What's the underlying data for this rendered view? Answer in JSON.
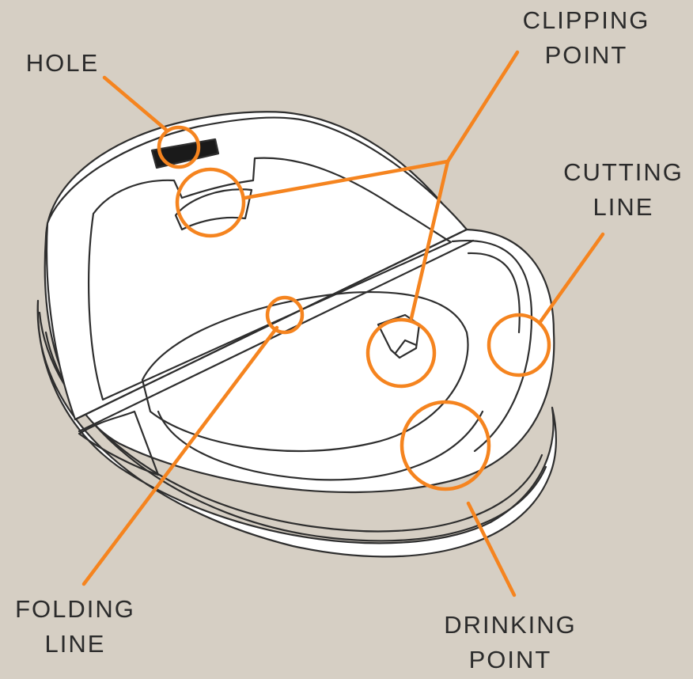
{
  "labels": {
    "hole": {
      "line1": "HOLE"
    },
    "clipping_point": {
      "line1": "CLIPPING",
      "line2": "POINT"
    },
    "cutting_line": {
      "line1": "CUTTING",
      "line2": "LINE"
    },
    "folding_line": {
      "line1": "FOLDING",
      "line2": "LINE"
    },
    "drinking_point": {
      "line1": "DRINKING",
      "line2": "POINT"
    }
  },
  "colors": {
    "background": "#d6cfc4",
    "callout": "#f5841f",
    "outline": "#2e2e2e",
    "lid_fill": "#ffffff",
    "text": "#2b2b2b"
  }
}
